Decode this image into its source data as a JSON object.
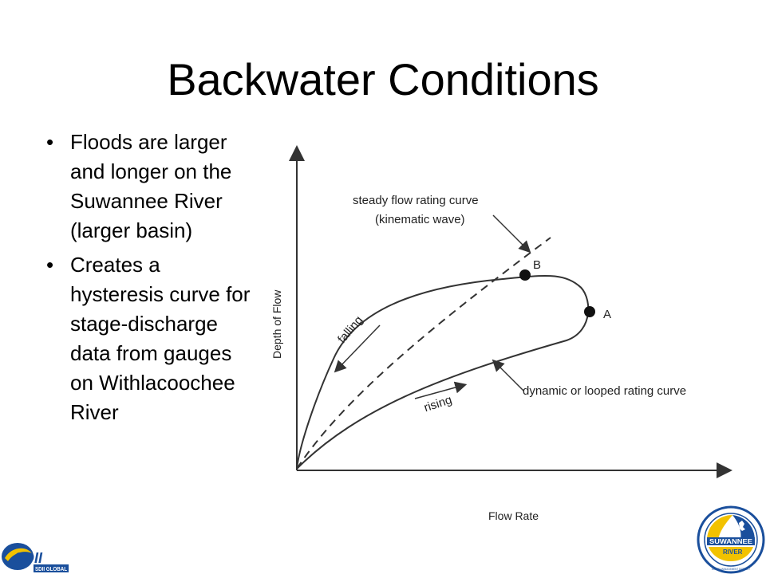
{
  "slide": {
    "title": "Backwater Conditions",
    "bullets": [
      "Floods are larger and longer on the Suwannee River (larger basin)",
      "Creates a hysteresis curve for stage-discharge data from gauges on Withlacoochee River"
    ],
    "bullet_glyph": "•"
  },
  "diagram": {
    "y_axis_label": "Depth of Flow",
    "x_axis_label": "Flow Rate",
    "steady_label_line1": "steady flow rating curve",
    "steady_label_line2": "(kinematic wave)",
    "dynamic_label": "dynamic or looped rating curve",
    "falling_label": "falling",
    "rising_label": "rising",
    "point_a": "A",
    "point_b": "B"
  },
  "logos": {
    "left_text": "SDII GLOBAL",
    "right_text_top": "SUWANNEE",
    "right_text_bottom": "RIVER",
    "right_ring_text": "WATER MANAGEMENT DISTRICT"
  },
  "colors": {
    "line": "#333333",
    "logo_blue": "#1a4f9c",
    "logo_yellow": "#f2c200"
  }
}
